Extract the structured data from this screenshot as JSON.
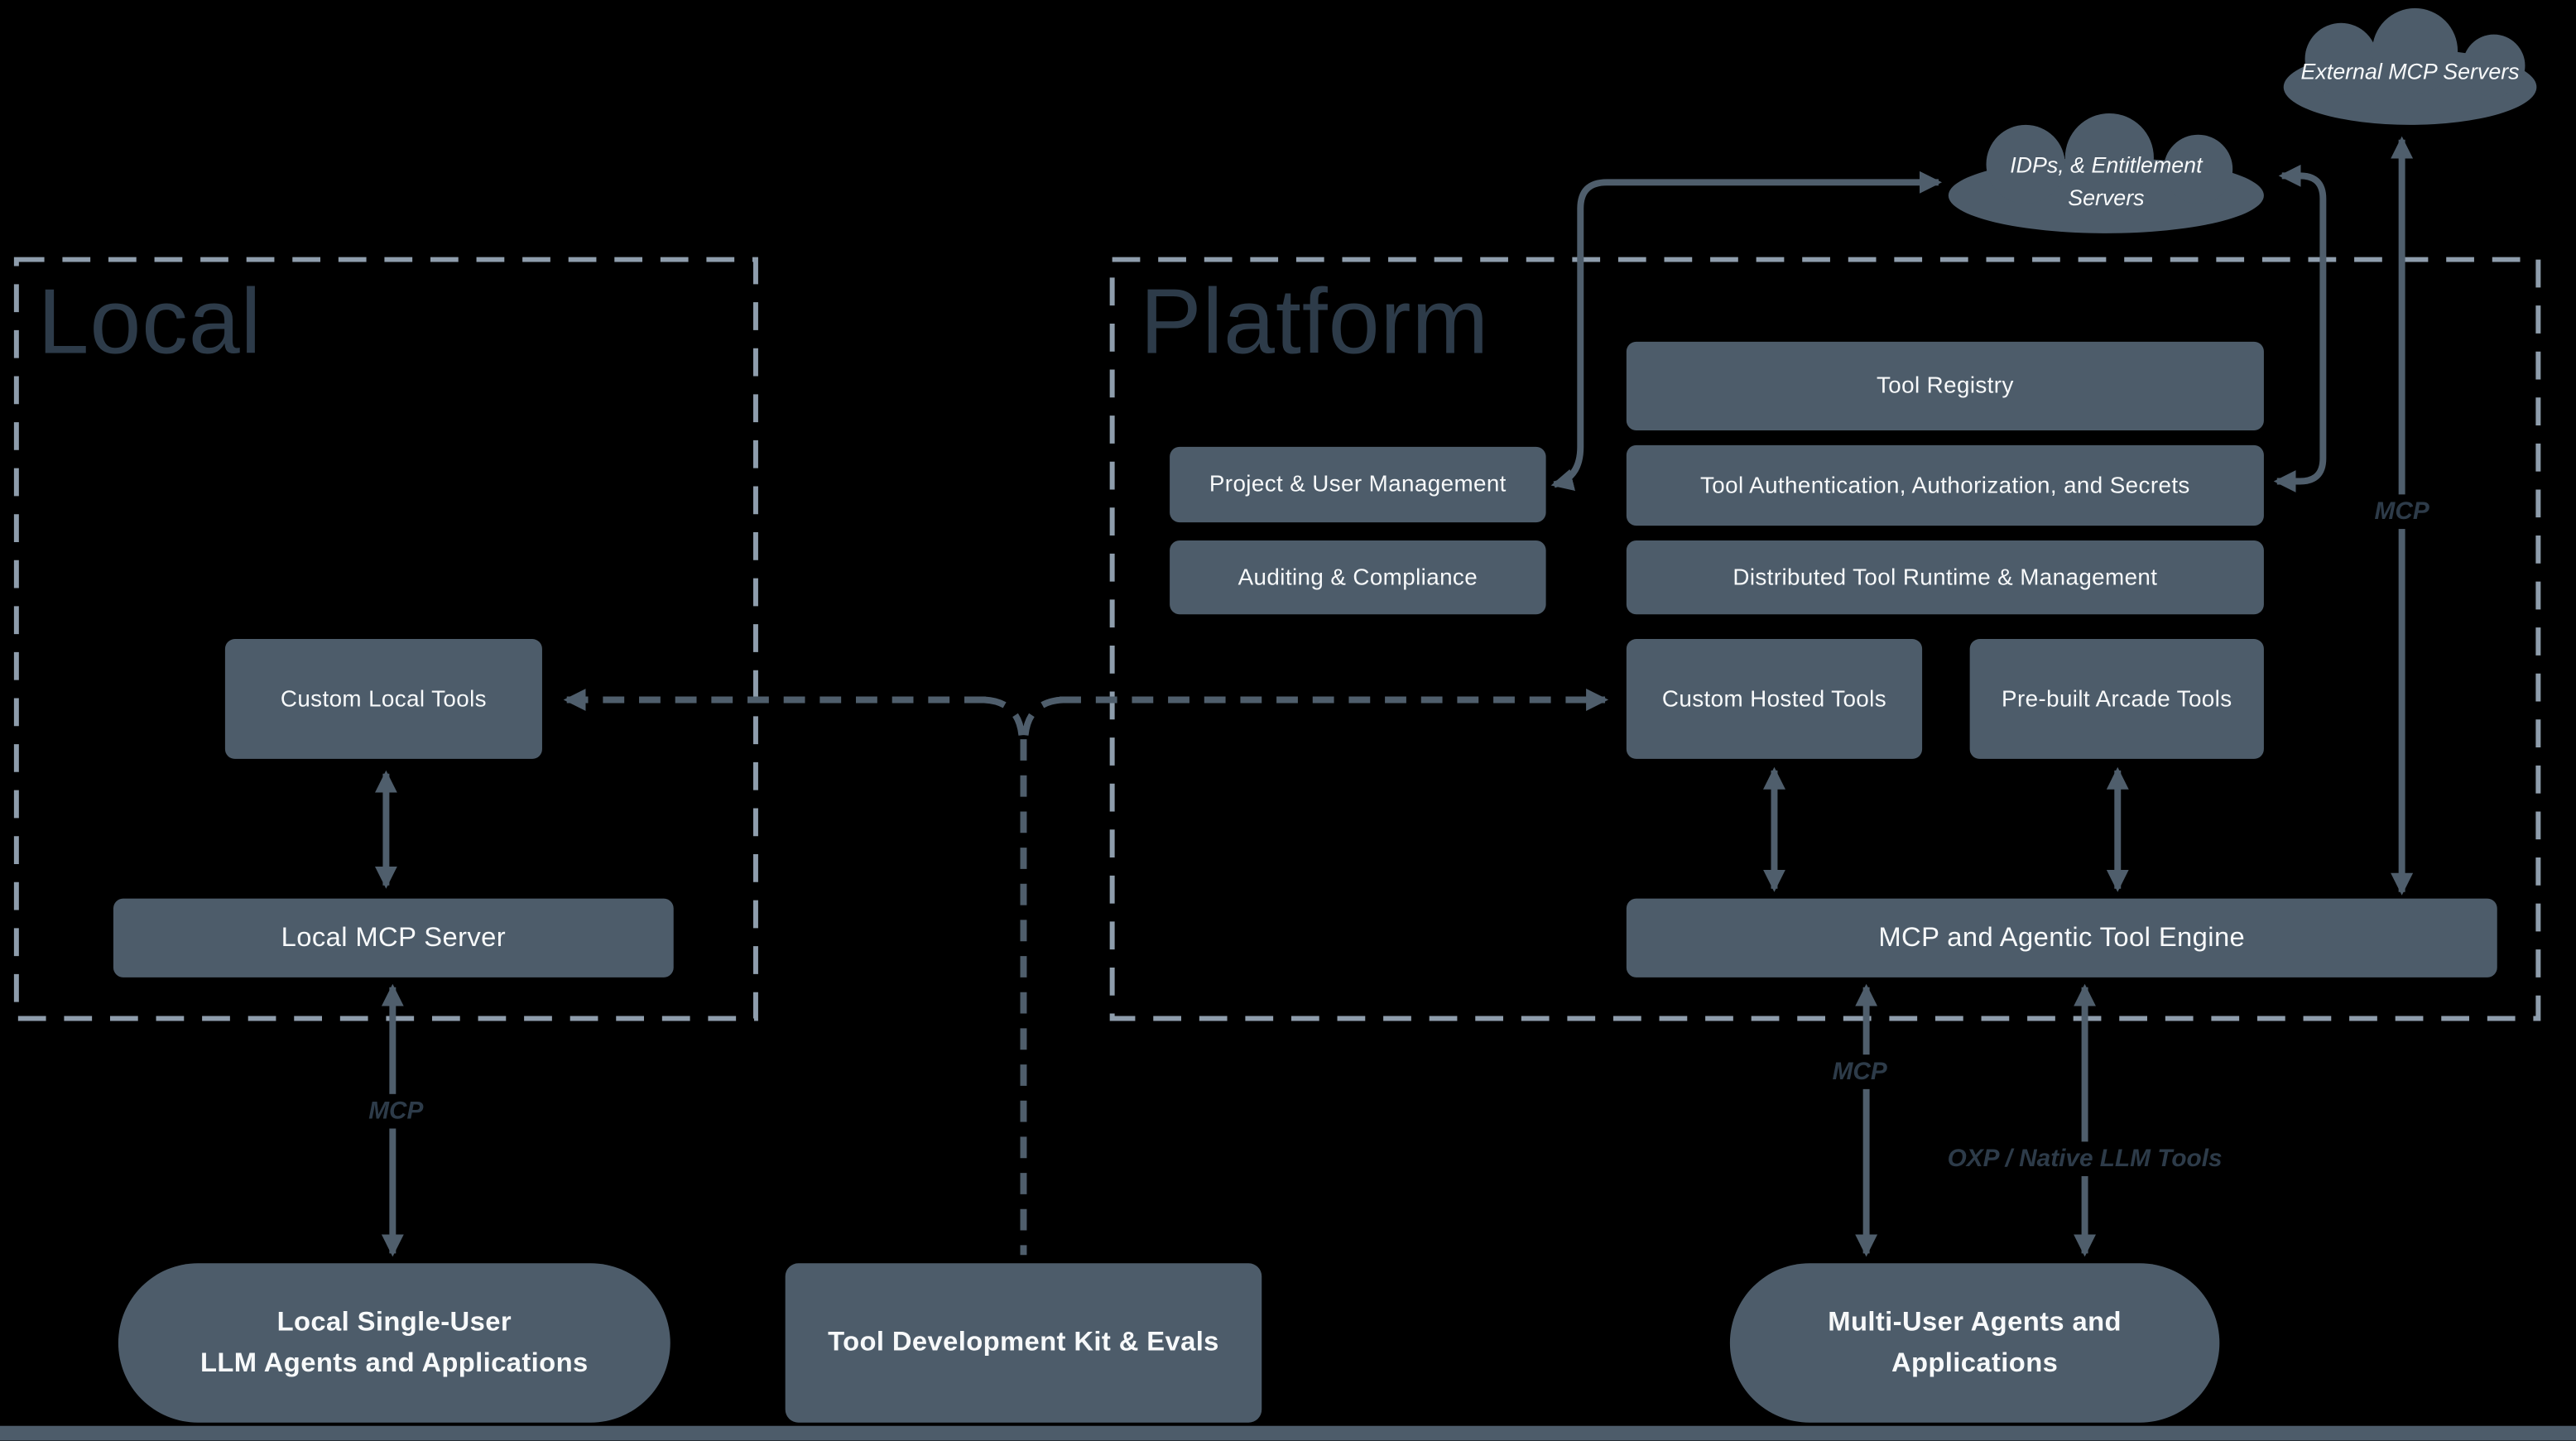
{
  "colors": {
    "background": "#000000",
    "node_fill": "#4d5c6a",
    "text_light": "#f7f9fa",
    "title_dark": "#2d3b49",
    "dashed_border": "#8e9dac",
    "connector": "#4f5e6c"
  },
  "regions": {
    "local": {
      "title": "Local"
    },
    "platform": {
      "title": "Platform"
    }
  },
  "clouds": {
    "external": {
      "label": "External MCP Servers"
    },
    "idps": {
      "line1": "IDPs, & Entitlement",
      "line2": "Servers"
    }
  },
  "local": {
    "custom_local_tools": "Custom Local Tools",
    "local_mcp_server": "Local MCP Server"
  },
  "platform": {
    "tool_registry": "Tool Registry",
    "project_user_management": "Project & User Management",
    "tool_auth": "Tool Authentication, Authorization, and Secrets",
    "auditing_compliance": "Auditing & Compliance",
    "distributed_runtime": "Distributed Tool Runtime & Management",
    "custom_hosted_tools": "Custom Hosted Tools",
    "prebuilt_arcade_tools": "Pre-built Arcade Tools",
    "engine": "MCP and Agentic Tool Engine"
  },
  "bottom": {
    "local_agents": {
      "line1": "Local Single-User",
      "line2": "LLM Agents and Applications"
    },
    "tdk": "Tool Development Kit & Evals",
    "multi_user": {
      "line1": "Multi-User Agents and",
      "line2": "Applications"
    }
  },
  "edge_labels": {
    "mcp_local": "MCP",
    "mcp_agents": "MCP",
    "oxp": "OXP / Native LLM Tools",
    "mcp_external": "MCP"
  }
}
